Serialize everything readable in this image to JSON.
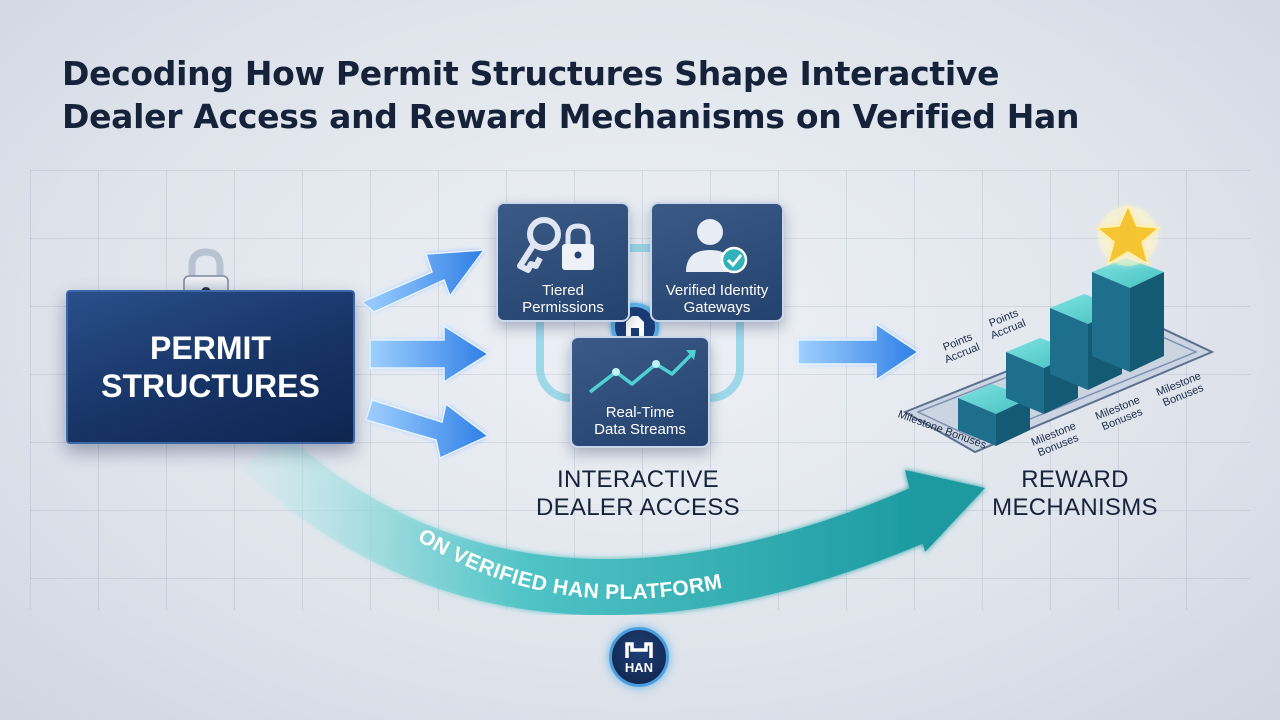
{
  "title": {
    "line1": "Decoding How Permit Structures Shape Interactive",
    "line2": "Dealer Access and Reward Mechanisms on Verified Han"
  },
  "permit": {
    "line1": "PERMIT",
    "line2": "STRUCTURES"
  },
  "access": {
    "cards": [
      {
        "line1": "Tiered",
        "line2": "Permissions",
        "icon": "key-lock-icon"
      },
      {
        "line1": "Verified Identity",
        "line2": "Gateways",
        "icon": "verified-user-icon"
      },
      {
        "line1": "Real-Time",
        "line2": "Data Streams",
        "icon": "line-chart-icon"
      }
    ],
    "label_line1": "INTERACTIVE",
    "label_line2": "DEALER ACCESS"
  },
  "reward": {
    "label_line1": "REWARD",
    "label_line2": "MECHANISMS",
    "points_1": "Points Accrual",
    "points_2": "Points Accrual",
    "milestone_1": "Milestone Bonuses",
    "milestone_2": "Milestone Bonuses",
    "milestone_3": "Milestone Bonuses",
    "milestone_4": "Milestone Bonuses"
  },
  "platform_label": "ON VERIFIED HAN PLATFORM",
  "logo_text": "HAN",
  "colors": {
    "navy": "#173466",
    "arrow_blue": "#2f7fe6",
    "teal": "#2fb3b8",
    "star": "#f4c430"
  }
}
